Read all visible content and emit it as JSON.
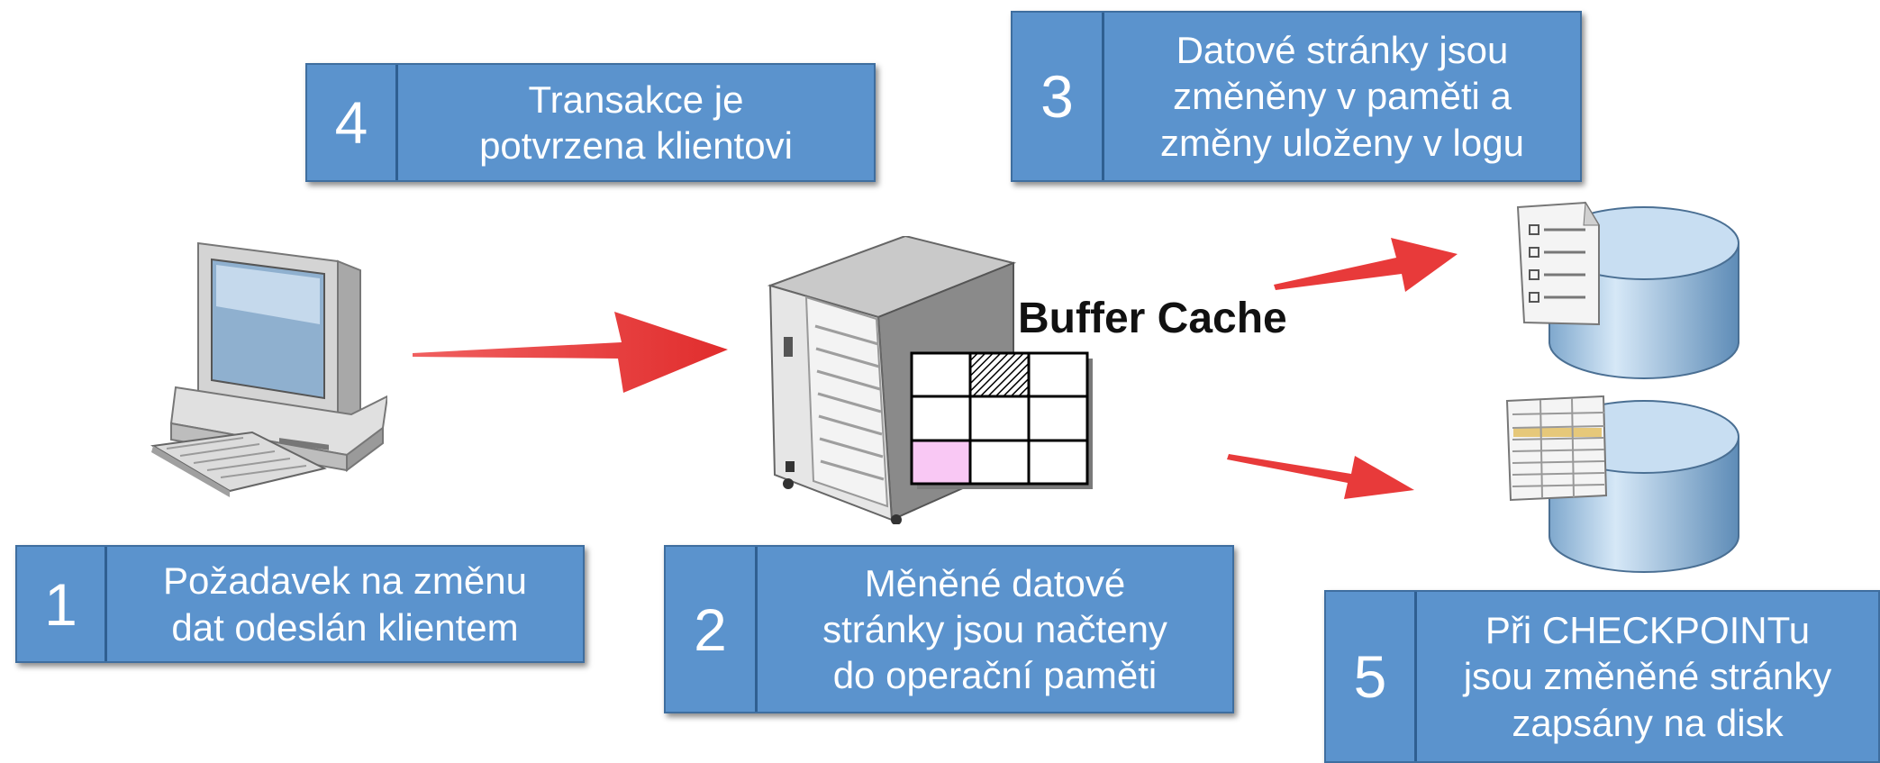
{
  "steps": [
    {
      "id": "1",
      "number": "1",
      "text": "Požadavek na změnu\ndat odeslán klientem"
    },
    {
      "id": "2",
      "number": "2",
      "text": "Měněné datové\nstránky jsou načteny\ndo operační paměti"
    },
    {
      "id": "3",
      "number": "3",
      "text": "Datové stránky jsou\nzměněny v paměti a\nzměny uloženy v logu"
    },
    {
      "id": "4",
      "number": "4",
      "text": "Transakce je\npotvrzena klientovi"
    },
    {
      "id": "5",
      "number": "5",
      "text": "Při CHECKPOINTu\njsou změněné stránky\nzapsány na disk"
    }
  ],
  "buffer_cache_label": "Buffer Cache",
  "colors": {
    "box": "#5b93cd",
    "arrow": "#ef3c3c",
    "dirty_page": "#f9c8f4"
  }
}
